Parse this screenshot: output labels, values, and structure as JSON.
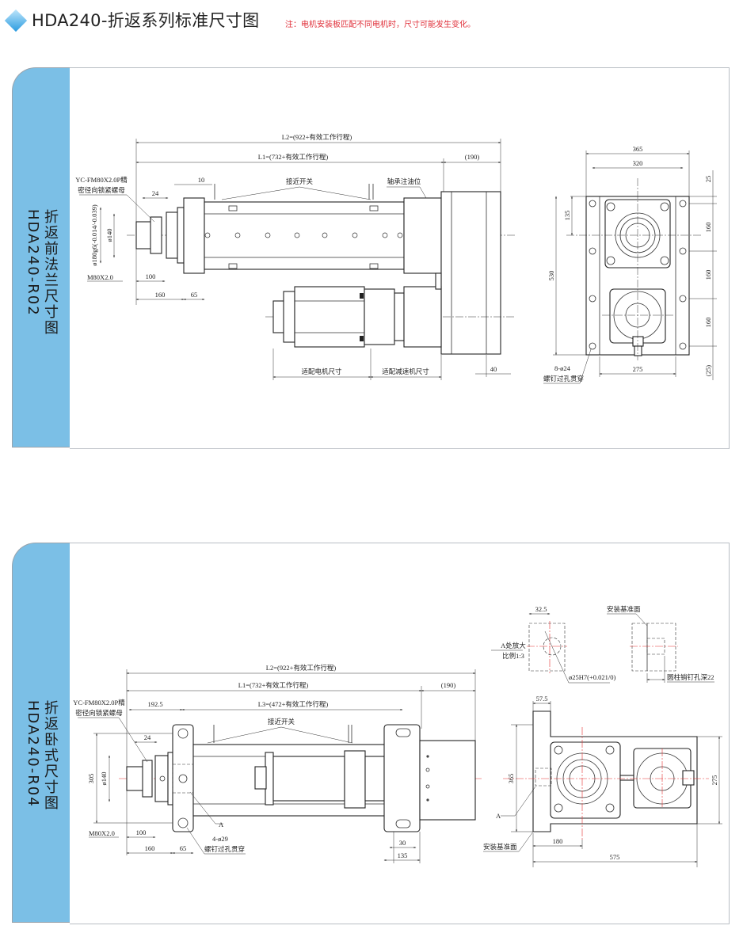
{
  "header": {
    "title": "HDA240-折返系列标准尺寸图",
    "note": "注：电机安装板匹配不同电机时，尺寸可能发生变化。",
    "accent_color": "#2a9be0"
  },
  "panel1": {
    "tab_title": "折返前法兰尺寸图",
    "tab_model": "HDA240-R02",
    "front": {
      "l2": "L2=(922+有效工作行程)",
      "l1": "L1=(732+有效工作行程)",
      "d190": "(190)",
      "d10": "10",
      "nut1": "YC-FM80X2.0P精",
      "nut2": "密径向锁紧螺母",
      "d24": "24",
      "dia180": "ø180g6(-0.014/-0.039)",
      "dia140": "ø140",
      "m80": "M80X2.0",
      "d100": "100",
      "d160": "160",
      "d65": "65",
      "switch": "接近开关",
      "oil": "轴承注油位",
      "motor_size": "适配电机尺寸",
      "reducer_size": "适配减速机尺寸",
      "d40": "40"
    },
    "side": {
      "d365": "365",
      "d320": "320",
      "d25": "25",
      "d135": "135",
      "d160a": "160",
      "d160b": "160",
      "d160c": "160",
      "d530": "530",
      "holes": "8-ø24",
      "holes_note": "螺钉过孔贯穿",
      "d275": "275",
      "d25b": "(25)"
    }
  },
  "panel2": {
    "tab_title": "折返卧式尺寸图",
    "tab_model": "HDA240-R04",
    "front": {
      "l2": "L2=(922+有效工作行程)",
      "l1": "L1=(732+有效工作行程)",
      "l3": "L3=(472+有效工作行程)",
      "d190": "(190)",
      "d1925": "192.5",
      "nut1": "YC-FM80X2.0P精",
      "nut2": "密径向锁紧螺母",
      "d24": "24",
      "switch": "接近开关",
      "d305": "305",
      "dia140": "ø140",
      "m80": "M80X2.0",
      "d100": "100",
      "d160": "160",
      "d65": "65",
      "a": "A",
      "holes": "4-ø29",
      "holes_note": "螺钉过孔贯穿",
      "d30": "30",
      "d135": "135"
    },
    "detail": {
      "d325": "32.5",
      "enlarge": "A处放大",
      "scale": "比例1:3",
      "pin_hole": "ø25H7(+0.021/0)",
      "ref_face": "安装基准面",
      "pin_depth": "圆柱销钉孔深22"
    },
    "side": {
      "d575a": "57.5",
      "d365": "365",
      "d275": "275",
      "a": "A",
      "ref_face": "安装基准面",
      "d180": "180",
      "d575": "575"
    }
  }
}
